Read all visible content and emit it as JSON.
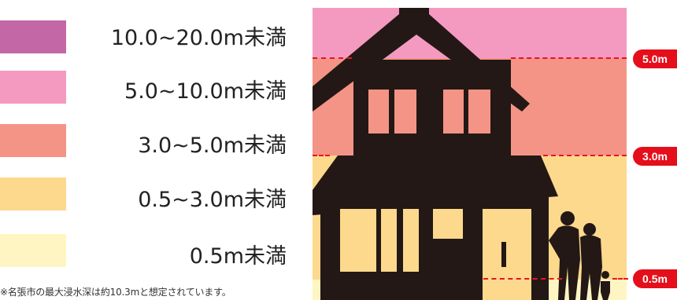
{
  "legend": [
    {
      "label": "10.0~20.0m未満",
      "color": "#c467a7"
    },
    {
      "label": "5.0~10.0m未満",
      "color": "#f49ac1"
    },
    {
      "label": "3.0~5.0m未満",
      "color": "#f49486"
    },
    {
      "label": "0.5~3.0m未満",
      "color": "#fcd98d"
    },
    {
      "label": "0.5m未満",
      "color": "#fff5c2"
    }
  ],
  "note": "※名張市の最大浸水深は約10.3mと想定されています。",
  "levels": {
    "l50": "5.0m",
    "l30": "3.0m",
    "l05": "0.5m"
  },
  "colors": {
    "silhouette": "#231815",
    "marker": "#e50e1b"
  },
  "icons": [
    "house-silhouette",
    "family-silhouette"
  ]
}
